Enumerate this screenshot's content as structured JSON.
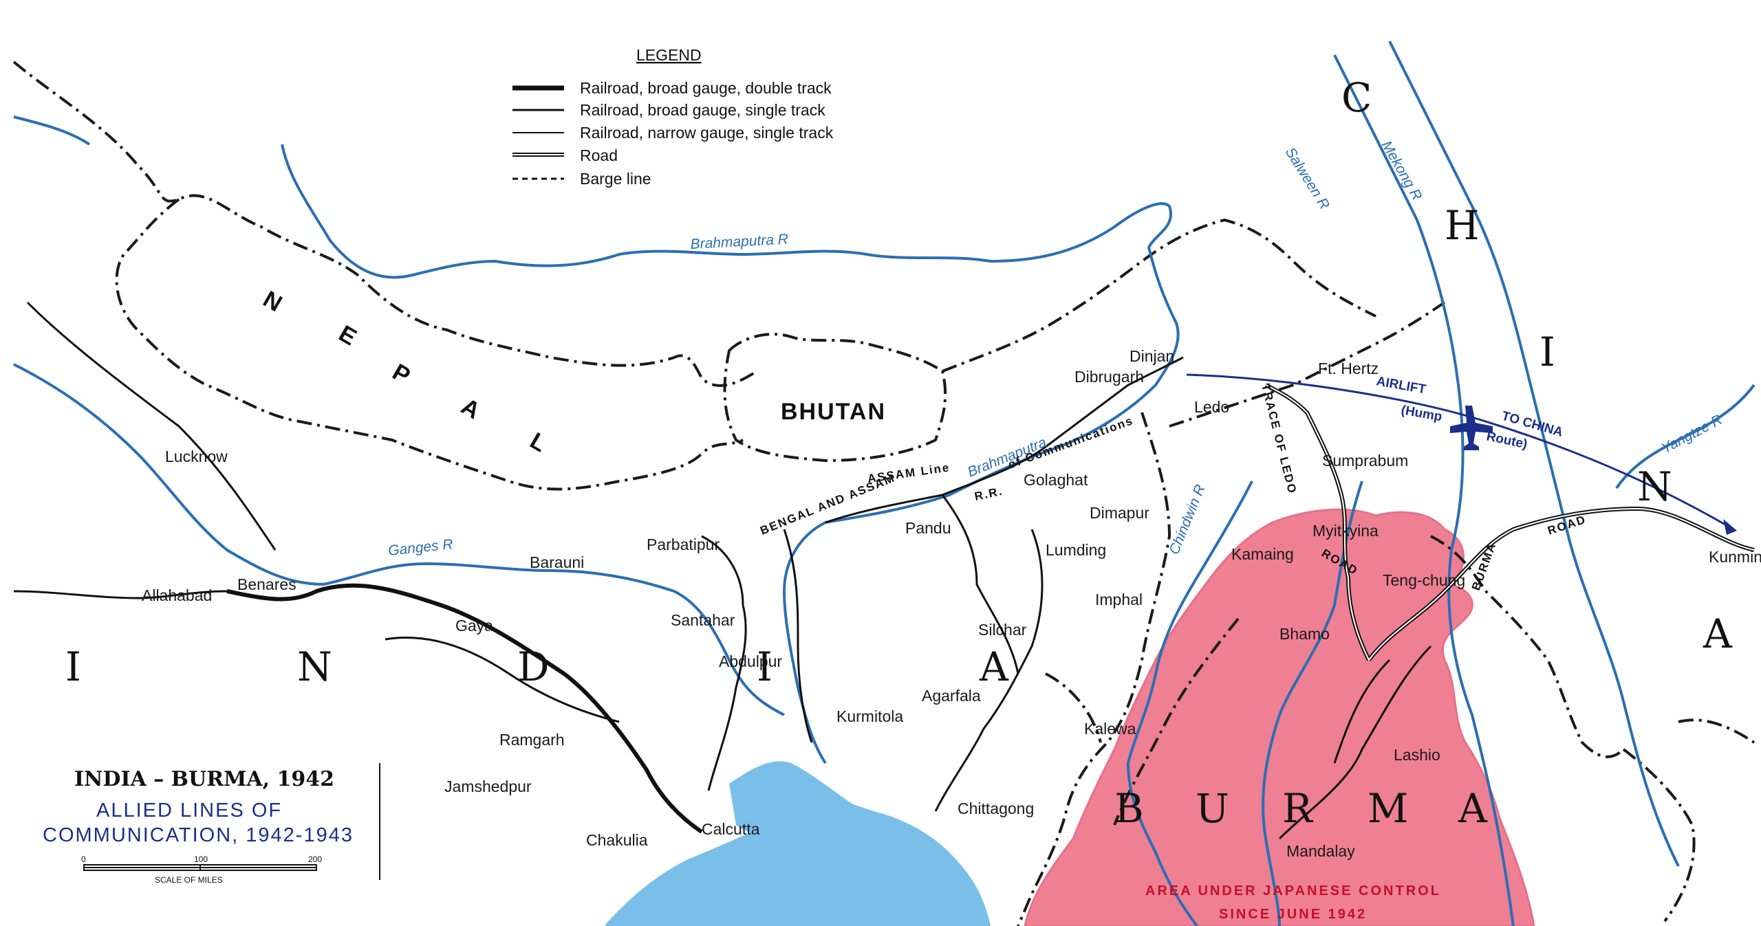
{
  "legend": {
    "title": "LEGEND",
    "items": [
      {
        "label": "Railroad, broad gauge, double track",
        "style": "double"
      },
      {
        "label": "Railroad, broad gauge, single track",
        "style": "single"
      },
      {
        "label": "Railroad, narrow gauge, single track",
        "style": "narrow"
      },
      {
        "label": "Road",
        "style": "road"
      },
      {
        "label": "Barge line",
        "style": "barge"
      }
    ]
  },
  "title_block": {
    "title": "INDIA – BURMA, 1942",
    "subtitle_line1": "ALLIED LINES OF",
    "subtitle_line2": "COMMUNICATION, 1942-1943",
    "scale_label": "SCALE OF MILES",
    "scale_ticks": [
      "0",
      "100",
      "200"
    ]
  },
  "regions": {
    "india_letters": [
      "I",
      "N",
      "D",
      "I",
      "A"
    ],
    "burma_letters": [
      "B",
      "U",
      "R",
      "M",
      "A"
    ],
    "china_letters": [
      "C",
      "H",
      "I",
      "N",
      "A"
    ],
    "nepal_letters": [
      "N",
      "E",
      "P",
      "A",
      "L"
    ],
    "bhutan": "BHUTAN"
  },
  "japanese_area": {
    "line1": "AREA UNDER JAPANESE CONTROL",
    "line2": "SINCE JUNE 1942",
    "color": "#ef7f93"
  },
  "rivers": {
    "brahmaputra_upper": "Brahmaputra R",
    "brahmaputra_lower": "Brahmaputra",
    "ganges": "Ganges R",
    "chindwin": "Chindwin R",
    "salween": "Salween R",
    "mekong": "Mekong R",
    "yangtze": "Yangtze R"
  },
  "routes": {
    "bengal_assam": "BENGAL AND ASSAM",
    "assam_line": "ASSAM Line",
    "of_communications": "of Communications",
    "rr": "R.R.",
    "trace_of_ledo": "TRACE OF LEDO",
    "ledo_road": "ROAD",
    "burma_road_1": "BURMA",
    "burma_road_2": "ROAD",
    "airlift_1": "AIRLIFT",
    "airlift_2": "(Hump",
    "airlift_3": "TO CHINA",
    "airlift_4": "Route)"
  },
  "places": {
    "lucknow": "Lucknow",
    "allahabad": "Allahabad",
    "benares": "Benares",
    "gaya": "Gaya",
    "barauni": "Barauni",
    "parbatipur": "Parbatipur",
    "santahar": "Santahar",
    "abdulpur": "Abdulpur",
    "ramgarh": "Ramgarh",
    "jamshedpur": "Jamshedpur",
    "chakulia": "Chakulia",
    "calcutta": "Calcutta",
    "kurmitola": "Kurmitola",
    "agarfala": "Agarfala",
    "chittagong": "Chittagong",
    "silchar": "Silchar",
    "lumding": "Lumding",
    "pandu": "Pandu",
    "golaghat": "Golaghat",
    "dimapur": "Dimapur",
    "imphal": "Imphal",
    "dinjan": "Dinjan",
    "dibrugarh": "Dibrugarh",
    "ledo": "Ledo",
    "ft_hertz": "Ft. Hertz",
    "sumprabum": "Sumprabum",
    "myitkyina": "Myitkyina",
    "kamaing": "Kamaing",
    "teng_chung": "Teng-chung",
    "bhamo": "Bhamo",
    "kalewa": "Kalewa",
    "lashio": "Lashio",
    "mandalay": "Mandalay",
    "kunming": "Kunming"
  },
  "colors": {
    "water": "#6fb9e8",
    "river": "#2a6fb3",
    "boundary": "#1a1a1a",
    "airlift": "#1b2f8a"
  }
}
